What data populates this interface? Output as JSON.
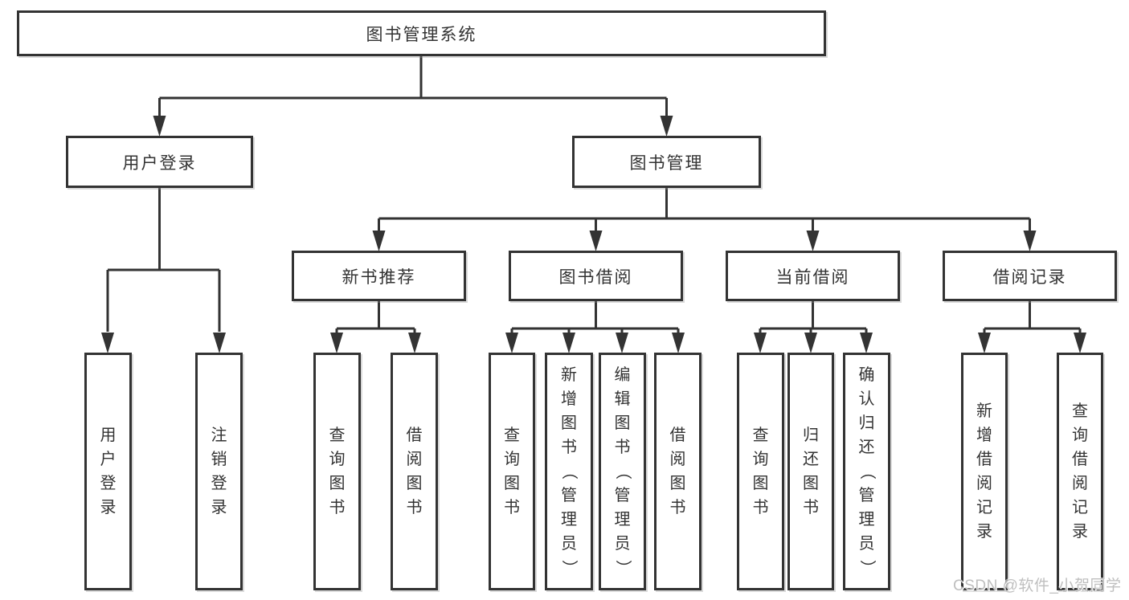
{
  "tree": {
    "label": "图书管理系统",
    "children": [
      {
        "label": "用户登录",
        "children": [
          {
            "label": "用户登录"
          },
          {
            "label": "注销登录"
          }
        ]
      },
      {
        "label": "图书管理",
        "children": [
          {
            "label": "新书推荐",
            "children": [
              {
                "label": "查询图书"
              },
              {
                "label": "借阅图书"
              }
            ]
          },
          {
            "label": "图书借阅",
            "children": [
              {
                "label": "查询图书"
              },
              {
                "label": "新增图书（管理员）"
              },
              {
                "label": "编辑图书（管理员）"
              },
              {
                "label": "借阅图书"
              }
            ]
          },
          {
            "label": "当前借阅",
            "children": [
              {
                "label": "查询图书"
              },
              {
                "label": "归还图书"
              },
              {
                "label": "确认归还（管理员）"
              }
            ]
          },
          {
            "label": "借阅记录",
            "children": [
              {
                "label": "新增借阅记录"
              },
              {
                "label": "查询借阅记录"
              }
            ]
          }
        ]
      }
    ]
  },
  "watermark": "CSDN @软件_小贺同学",
  "colors": {
    "line": "#333333",
    "text": "#333333",
    "background": "#ffffff",
    "watermark": "#bfbfbf"
  }
}
